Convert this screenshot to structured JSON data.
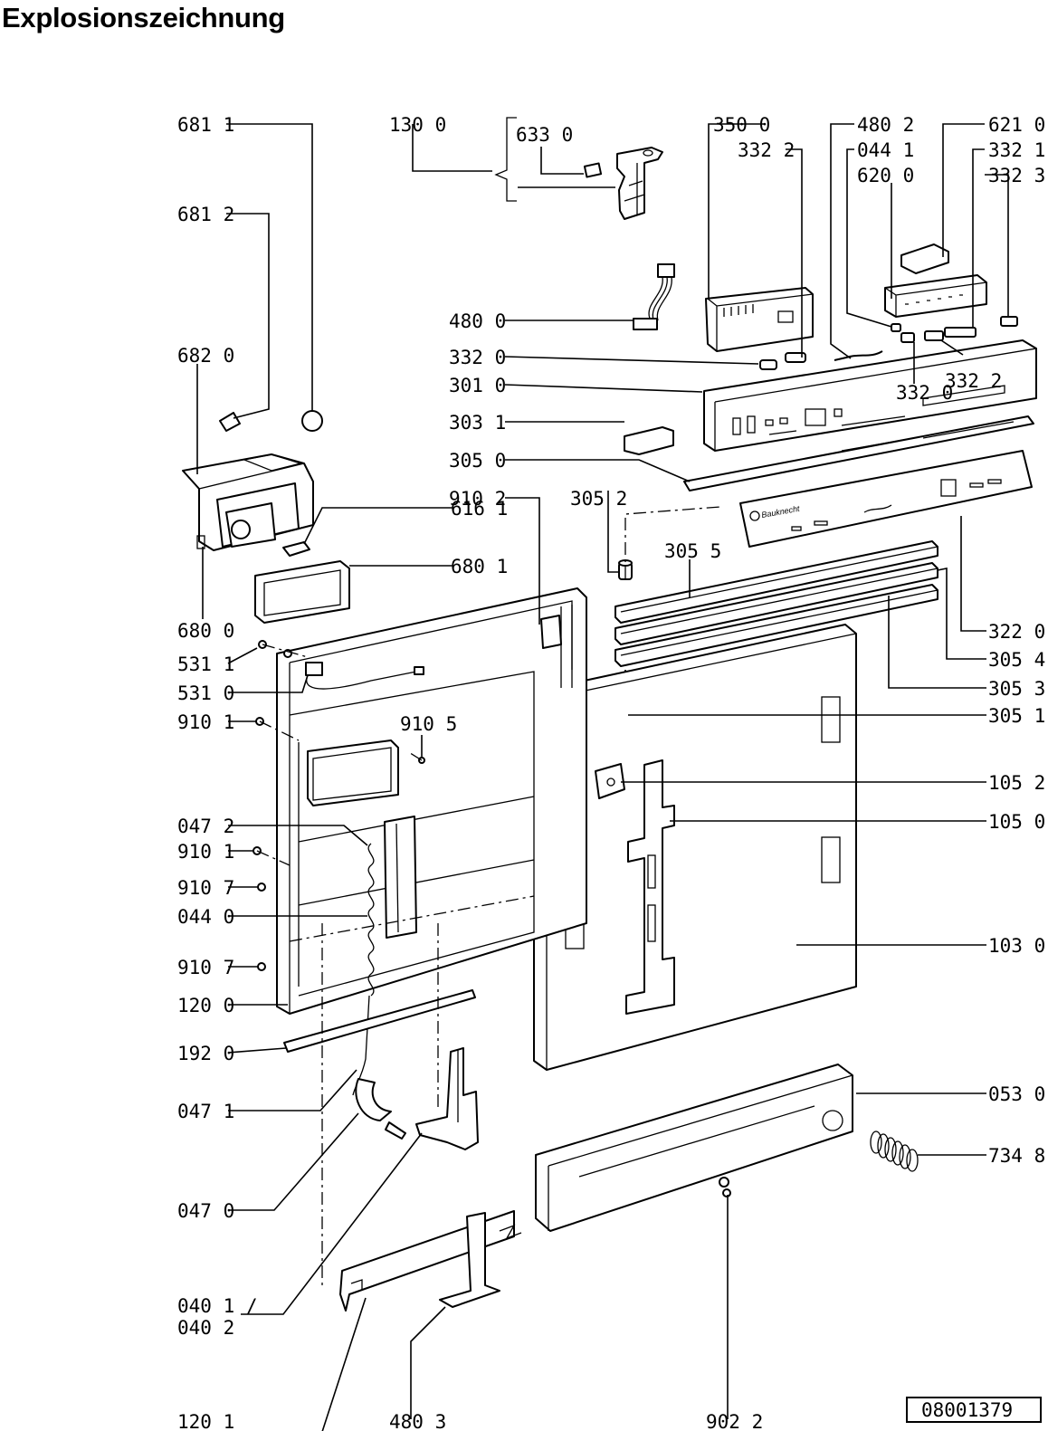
{
  "title": "Explosionszeichnung",
  "drawing_number": "08001379",
  "brand_label": "Bauknecht",
  "labels": {
    "p681_1": "681 1",
    "p681_2": "681 2",
    "p682_0": "682 0",
    "p680_0": "680 0",
    "p616_1": "616 1",
    "p680_1": "680 1",
    "p531_1": "531 1",
    "p531_0": "531 0",
    "p910_1a": "910 1",
    "p910_5": "910 5",
    "p047_2": "047 2",
    "p910_1b": "910 1",
    "p910_7a": "910 7",
    "p044_0": "044 0",
    "p910_7b": "910 7",
    "p120_0": "120 0",
    "p192_0": "192 0",
    "p047_1": "047 1",
    "p047_0": "047 0",
    "p040_1": "040 1 /",
    "p040_2": "040 2",
    "p120_1": "120 1",
    "p480_3": "480 3",
    "p902_2": "902 2",
    "p130_0": "130 0",
    "p633_0": "633 0",
    "p480_0": "480 0",
    "p332_0a": "332 0",
    "p301_0": "301 0",
    "p303_1": "303 1",
    "p305_0": "305 0",
    "p910_2": "910 2",
    "p305_2": "305 2",
    "p305_5": "305 5",
    "p350_0": "350 0",
    "p332_2a": "332 2",
    "p480_2": "480 2",
    "p044_1": "044 1",
    "p620_0": "620 0",
    "p621_0": "621 0",
    "p332_1": "332 1",
    "p332_3": "332 3",
    "p332_0b": "332 0",
    "p332_2b": "332 2",
    "p322_0": "322 0",
    "p305_4": "305 4",
    "p305_3": "305 3",
    "p305_1": "305 1",
    "p105_2": "105 2",
    "p105_0": "105 0",
    "p103_0": "103 0",
    "p053_0": "053 0",
    "p734_8": "734 8"
  }
}
